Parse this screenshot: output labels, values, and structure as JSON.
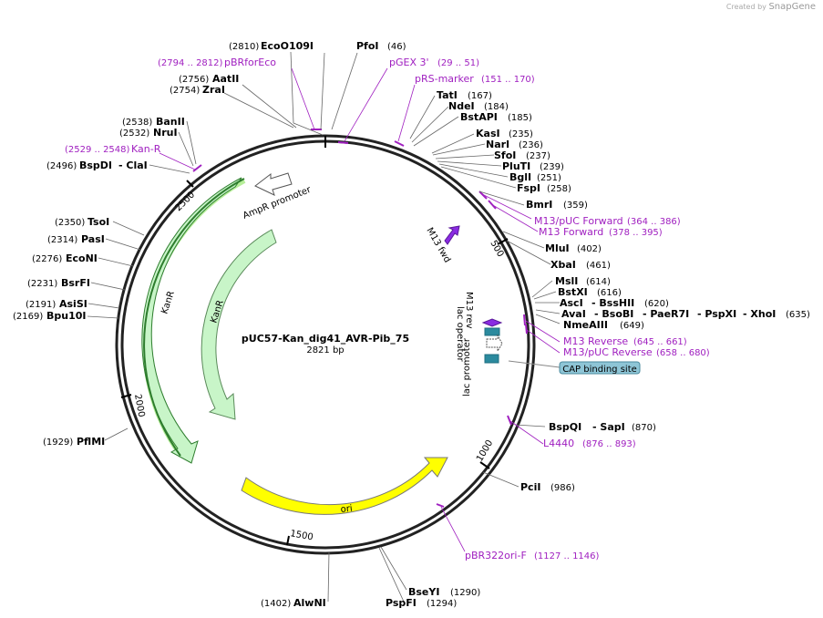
{
  "brand": {
    "prefix": "Created by",
    "name": "SnapGene"
  },
  "plasmid": {
    "name": "pUC57-Kan_dig41_AVR-Pib_75",
    "length_label": "2821 bp"
  },
  "ticks": {
    "t500": "500",
    "t1000": "1000",
    "t1500": "1500",
    "t2000": "2000",
    "t2500": "2500"
  },
  "features": {
    "ampr_promoter": "AmpR promoter",
    "kanr_outer": "KanR",
    "kanr_inner": "KanR",
    "ori": "ori",
    "m13_fwd": "M13 fwd",
    "m13_rev": "M13 rev",
    "lac_operator": "lac operator",
    "lac_promoter": "lac promoter",
    "cap_site": "CAP binding site"
  },
  "sites": [
    {
      "id": "ecoo109i",
      "name": "EcoO109I",
      "pos": "(2810)"
    },
    {
      "id": "pfoi",
      "name": "PfoI",
      "pos": "(46)"
    },
    {
      "id": "aatii",
      "name": "AatII",
      "pos": "(2756)"
    },
    {
      "id": "zrai",
      "name": "ZraI",
      "pos": "(2754)"
    },
    {
      "id": "tati",
      "name": "TatI",
      "pos": "(167)"
    },
    {
      "id": "ndei",
      "name": "NdeI",
      "pos": "(184)"
    },
    {
      "id": "bstapi",
      "name": "BstAPI",
      "pos": "(185)"
    },
    {
      "id": "banii",
      "name": "BanII",
      "pos": "(2538)"
    },
    {
      "id": "nrui",
      "name": "NruI",
      "pos": "(2532)"
    },
    {
      "id": "kasi",
      "name": "KasI",
      "pos": "(235)"
    },
    {
      "id": "nari",
      "name": "NarI",
      "pos": "(236)"
    },
    {
      "id": "sfoi",
      "name": "SfoI",
      "pos": "(237)"
    },
    {
      "id": "pluti",
      "name": "PluTI",
      "pos": "(239)"
    },
    {
      "id": "bgli",
      "name": "BglI",
      "pos": "(251)"
    },
    {
      "id": "fspi",
      "name": "FspI",
      "pos": "(258)"
    },
    {
      "id": "bspdi",
      "name": "BspDI",
      "pos": "(2496)",
      "alt": "- ClaI"
    },
    {
      "id": "bmri",
      "name": "BmrI",
      "pos": "(359)"
    },
    {
      "id": "tsoi",
      "name": "TsoI",
      "pos": "(2350)"
    },
    {
      "id": "pasi",
      "name": "PasI",
      "pos": "(2314)"
    },
    {
      "id": "mlui",
      "name": "MluI",
      "pos": "(402)"
    },
    {
      "id": "econi",
      "name": "EcoNI",
      "pos": "(2276)"
    },
    {
      "id": "xbai",
      "name": "XbaI",
      "pos": "(461)"
    },
    {
      "id": "bsrfi",
      "name": "BsrFI",
      "pos": "(2231)"
    },
    {
      "id": "msli",
      "name": "MslI",
      "pos": "(614)"
    },
    {
      "id": "bstxi",
      "name": "BstXI",
      "pos": "(616)"
    },
    {
      "id": "asisi",
      "name": "AsiSI",
      "pos": "(2191)"
    },
    {
      "id": "bpu10i",
      "name": "Bpu10I",
      "pos": "(2169)"
    },
    {
      "id": "nmeaiii",
      "name": "NmeAIII",
      "pos": "(649)"
    },
    {
      "id": "pflmi",
      "name": "PflMI",
      "pos": "(1929)"
    },
    {
      "id": "pcii",
      "name": "PciI",
      "pos": "(986)"
    },
    {
      "id": "bseyi",
      "name": "BseYI",
      "pos": "(1290)"
    },
    {
      "id": "pspfi",
      "name": "PspFI",
      "pos": "(1294)"
    },
    {
      "id": "alwni",
      "name": "AlwNI",
      "pos": "(1402)"
    }
  ],
  "multi_sites": {
    "asci": {
      "a": "AscI",
      "b": "- BssHII",
      "pos": "(620)"
    },
    "avai": {
      "a": "AvaI",
      "b": "- BsoBI",
      "c": "- PaeR7I",
      "d": "- PspXI",
      "e": "- XhoI",
      "pos": "(635)"
    },
    "bspqi": {
      "a": "BspQI",
      "b": "- SapI",
      "pos": "(870)"
    }
  },
  "primers": [
    {
      "id": "pbrforeco",
      "name": "pBRforEco",
      "range": "(2794 .. 2812)"
    },
    {
      "id": "pgex3",
      "name": "pGEX 3'",
      "range": "(29 .. 51)"
    },
    {
      "id": "prsmarker",
      "name": "pRS-marker",
      "range": "(151 .. 170)"
    },
    {
      "id": "kanr_primer",
      "name": "Kan-R",
      "range": "(2529 .. 2548)"
    },
    {
      "id": "m13puc_fwd",
      "name": "M13/pUC Forward",
      "range": "(364 .. 386)"
    },
    {
      "id": "m13_forward",
      "name": "M13 Forward",
      "range": "(378 .. 395)"
    },
    {
      "id": "m13_reverse",
      "name": "M13 Reverse",
      "range": "(645 .. 661)"
    },
    {
      "id": "m13puc_rev",
      "name": "M13/pUC Reverse",
      "range": "(658 .. 680)"
    },
    {
      "id": "l4440",
      "name": "L4440",
      "range": "(876 .. 893)"
    },
    {
      "id": "pbr322ori",
      "name": "pBR322ori-F",
      "range": "(1127 .. 1146)"
    }
  ],
  "colors": {
    "kanr": "#c8f5c8",
    "kanr_stroke": "#2e7d2e",
    "ori": "#ffff00",
    "primer": "#a020c0",
    "cap": "#8ec5d6",
    "lac_operator": "#2b8a9e",
    "m13": "#8a2be2"
  }
}
